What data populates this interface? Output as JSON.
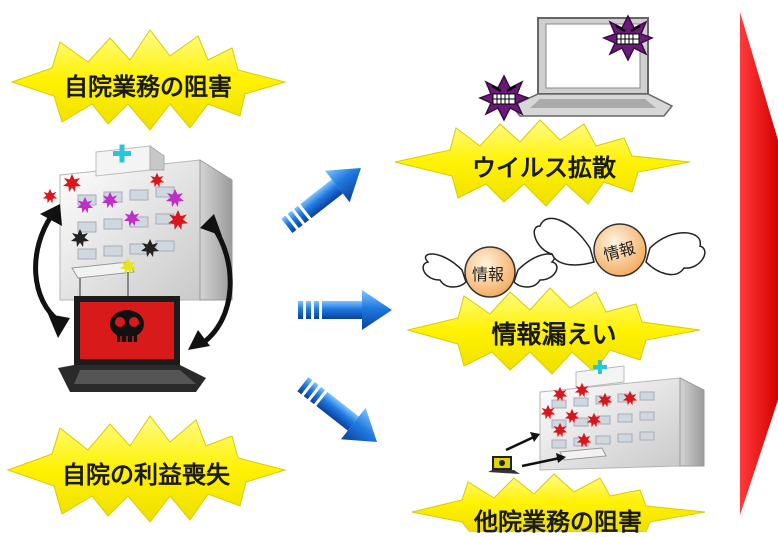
{
  "labels": {
    "own_work_obstruction": "自院業務の阻害",
    "own_profit_loss": "自院の利益喪失",
    "virus_spread": "ウイルス拡散",
    "info_leak": "情報漏えい",
    "other_work_obstruction": "他院業務の阻害",
    "info_tag_1": "情報",
    "info_tag_2": "情報"
  },
  "colors": {
    "burst_fill": "#fff200",
    "burst_stroke": "#e6d800",
    "arrow_blue": "#1f6fd8",
    "big_arrow_red": "#ee0000",
    "virus_red": "#d8161b",
    "virus_purple": "#c02ec8",
    "virus_black": "#222222",
    "virus_yellow": "#e9e31a",
    "screen_red": "#d81a1a",
    "cross_cyan": "#27c6d8"
  },
  "icons": [
    "hospital-building-icon",
    "infected-laptop-icon",
    "skull-icon",
    "virus-icon",
    "laptop-icon",
    "cycle-arrow-icon",
    "blue-arrow-icon",
    "winged-info-icon",
    "big-red-arrow-icon"
  ]
}
